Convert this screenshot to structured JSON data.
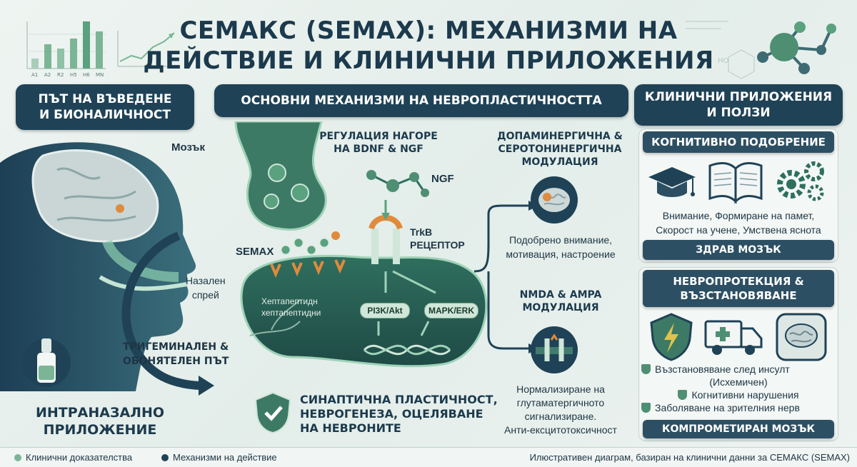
{
  "title_line1": "СЕМАКС (SEMAX): МЕХАНИЗМИ НА",
  "title_line2": "ДЕЙСТВИЕ И КЛИНИЧНИ ПРИЛОЖЕНИЯ",
  "left": {
    "header_line1": "ПЪТ НА ВЪВЕДЕНЕ",
    "header_line2": "И БИОНАЛИЧНОСТ",
    "brain_label": "Мозък",
    "spray_label_line1": "Назален",
    "spray_label_line2": "спрей",
    "path_label_line1": "ТРИГЕМИНАЛЕН &",
    "path_label_line2": "ОБОНЯТЕЛЕН ПЪТ",
    "route_line1": "ИНТРАНАЗАЛНО",
    "route_line2": "ПРИЛОЖЕНИЕ"
  },
  "center": {
    "header": "ОСНОВНИ МЕХАНИЗМИ НА НЕВРОПЛАСТИЧНОСТТА",
    "bdnf_line1": "РЕГУЛАЦИЯ НАГОРЕ",
    "bdnf_line2": "НА BDNF & NGF",
    "ngf_label": "NGF",
    "trkb_line1": "TrkB",
    "trkb_line2": "РЕЦЕПТОР",
    "semax_label": "SEMAX",
    "heptapeptide_line1": "Хептапептидн",
    "heptapeptide_line2": "хептапептидни",
    "pathway1": "PI3K/Akt",
    "pathway2": "MAPK/ERK",
    "synaptic_line1": "СИНАПТИЧНА ПЛАСТИЧНОСТ,",
    "synaptic_line2": "НЕВРОГЕНЕЗА, ОЦЕЛЯВАНЕ",
    "synaptic_line3": "НА НЕВРОНИТЕ",
    "dopa_line1": "ДОПАМИНЕРГИЧНА &",
    "dopa_line2": "СЕРОТОНИНЕРГИЧНА",
    "dopa_line3": "МОДУЛАЦИЯ",
    "dopa_desc_line1": "Подобрено внимание,",
    "dopa_desc_line2": "мотивация, настроение",
    "nmda_line1": "NMDA & AMPA",
    "nmda_line2": "МОДУЛАЦИЯ",
    "nmda_desc_line1": "Нормализиране на",
    "nmda_desc_line2": "глутаматергичното",
    "nmda_desc_line3": "сигнализиране.",
    "nmda_desc_line4": "Анти-ексцитотоксичност"
  },
  "right": {
    "header_line1": "КЛИНИЧНИ ПРИЛОЖЕНИЯ",
    "header_line2": "И ПОЛЗИ",
    "cog_header": "КОГНИТИВНО ПОДОБРЕНИЕ",
    "cog_desc_line1": "Внимание, Формиране на памет,",
    "cog_desc_line2": "Скорост на учене, Умствена яснота",
    "cog_footer": "ЗДРАВ МОЗЪК",
    "neuro_header_line1": "НЕВРОПРОТЕКЦИЯ &",
    "neuro_header_line2": "ВЪЗСТАНОВЯВАНЕ",
    "items": [
      "Възстановяване след инсулт",
      "(Исхемичен)",
      "Когнитивни нарушения",
      "Заболяване на зрителния нерв"
    ],
    "neuro_footer": "КОМПРОМЕТИРАН МОЗЪК"
  },
  "footer": {
    "legend1": "Клинични доказателства",
    "legend2": "Механизми на действие",
    "note": "Илюстративен диаграм, базиран на клинични данни за СЕМАКС (SEMAX)"
  },
  "deco_chart_labels": [
    "A1",
    "A2",
    "R2",
    "H5",
    "H6",
    "MN"
  ],
  "colors": {
    "navy": "#1f4256",
    "teal": "#2f6f5e",
    "green": "#5aa17f",
    "light_green": "#cfe6d8",
    "orange": "#e08a3c",
    "background": "#e8f0ec"
  }
}
